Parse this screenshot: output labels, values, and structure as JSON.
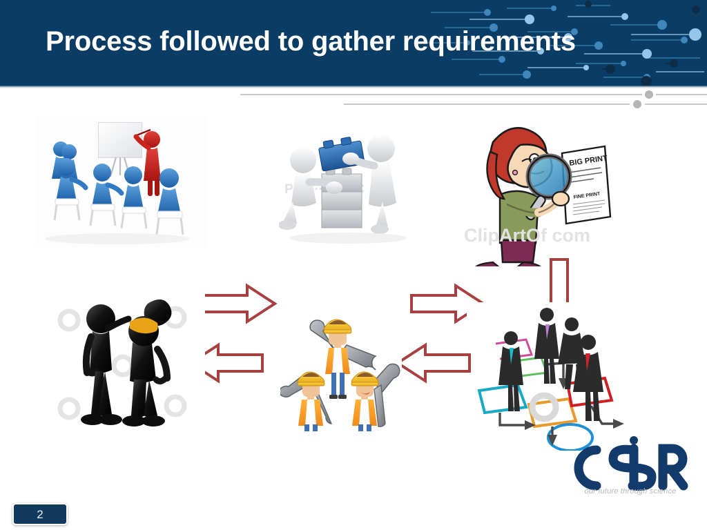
{
  "slide": {
    "title": "Process followed to gather requirements",
    "page_number": "2",
    "header_color": "#0a3d66",
    "arrow_color": "#a8403f",
    "accent_blue": "#1e90d8"
  },
  "logo": {
    "name": "CSIR",
    "tagline": "our future through science",
    "color": "#123a6b"
  },
  "process": {
    "steps": [
      {
        "id": "workshop",
        "name": "workshop-training-session",
        "alt": "Presenter in red at a whiteboard addressing seated blue audience figures"
      },
      {
        "id": "collate",
        "name": "building-blocks-collaboration",
        "alt": "Two white 3D figures stacking blue and grey blocks together"
      },
      {
        "id": "review",
        "name": "document-review-magnifier",
        "alt": "Cartoon woman with red hair inspecting a printed document with a magnifying glass"
      },
      {
        "id": "model",
        "name": "business-process-flowchart",
        "alt": "Business people standing on a coloured process flowchart"
      },
      {
        "id": "build",
        "name": "engineering-team-wrenches",
        "alt": "Three cartoon construction workers holding wrenches"
      },
      {
        "id": "agree",
        "name": "handshake-agreement-figures",
        "alt": "Two glossy black figures reaching agreement"
      }
    ],
    "arrows": [
      {
        "name": "arrow-workshop-to-collate",
        "direction": "right"
      },
      {
        "name": "arrow-collate-to-review",
        "direction": "right"
      },
      {
        "name": "arrow-review-to-model",
        "direction": "down"
      },
      {
        "name": "arrow-model-to-build",
        "direction": "left"
      },
      {
        "name": "arrow-build-to-agree",
        "direction": "left"
      }
    ]
  },
  "document": {
    "heading": "BIG PRINT",
    "subheading": "FINE PRINT"
  }
}
